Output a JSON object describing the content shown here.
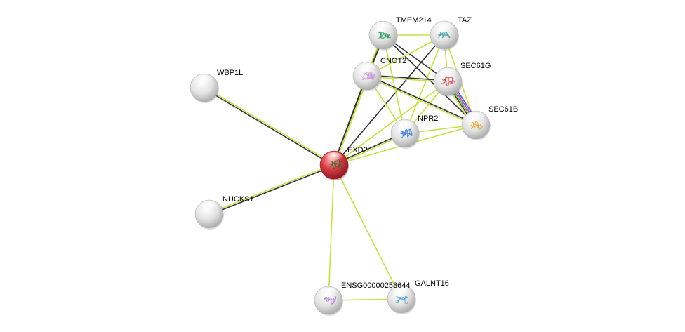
{
  "network": {
    "query_protein": "EXD2",
    "nodes": [
      {
        "id": "TMEM214",
        "label": "TMEM214",
        "query": false,
        "structure": true,
        "structure_color": "#2f9e5a"
      },
      {
        "id": "TAZ",
        "label": "TAZ",
        "query": false,
        "structure": true,
        "structure_color": "#3ca0a0"
      },
      {
        "id": "CNOT2",
        "label": "CNOT2",
        "query": false,
        "structure": true,
        "structure_color": "#c78ad6"
      },
      {
        "id": "SEC61G",
        "label": "SEC61G",
        "query": false,
        "structure": true,
        "structure_color": "#d9363e"
      },
      {
        "id": "WBP1L",
        "label": "WBP1L",
        "query": false,
        "structure": false,
        "structure_color": ""
      },
      {
        "id": "SEC61B",
        "label": "SEC61B",
        "query": false,
        "structure": true,
        "structure_color": "#e0a020"
      },
      {
        "id": "NPR2",
        "label": "NPR2",
        "query": false,
        "structure": true,
        "structure_color": "#3a7bd5"
      },
      {
        "id": "EXD2",
        "label": "EXD2",
        "query": true,
        "structure": true,
        "structure_color": "#2e6b2e"
      },
      {
        "id": "NUCKS1",
        "label": "NUCKS1",
        "query": false,
        "structure": false,
        "structure_color": ""
      },
      {
        "id": "ENSG00000258644",
        "label": "ENSG00000258644",
        "query": false,
        "structure": true,
        "structure_color": "#b07fd8"
      },
      {
        "id": "GALNT16",
        "label": "GALNT16",
        "query": false,
        "structure": true,
        "structure_color": "#4a9ad0"
      }
    ],
    "edges": [
      {
        "source": "EXD2",
        "target": "WBP1L",
        "evidence": [
          "#333333",
          "#c8e04a"
        ]
      },
      {
        "source": "EXD2",
        "target": "NUCKS1",
        "evidence": [
          "#333333",
          "#c8e04a"
        ]
      },
      {
        "source": "EXD2",
        "target": "ENSG00000258644",
        "evidence": [
          "#c8e04a"
        ]
      },
      {
        "source": "EXD2",
        "target": "GALNT16",
        "evidence": [
          "#c8e04a"
        ]
      },
      {
        "source": "ENSG00000258644",
        "target": "GALNT16",
        "evidence": [
          "#c8e04a"
        ]
      },
      {
        "source": "EXD2",
        "target": "TMEM214",
        "evidence": [
          "#333333",
          "#c8e04a"
        ]
      },
      {
        "source": "EXD2",
        "target": "CNOT2",
        "evidence": [
          "#333333",
          "#c8e04a"
        ]
      },
      {
        "source": "EXD2",
        "target": "TAZ",
        "evidence": [
          "#333333"
        ]
      },
      {
        "source": "EXD2",
        "target": "SEC61G",
        "evidence": [
          "#c8e04a"
        ]
      },
      {
        "source": "EXD2",
        "target": "NPR2",
        "evidence": [
          "#333333",
          "#c8e04a"
        ]
      },
      {
        "source": "EXD2",
        "target": "SEC61B",
        "evidence": [
          "#c8e04a"
        ]
      },
      {
        "source": "TMEM214",
        "target": "TAZ",
        "evidence": [
          "#c8e04a"
        ]
      },
      {
        "source": "TMEM214",
        "target": "CNOT2",
        "evidence": [
          "#333333",
          "#c8e04a"
        ]
      },
      {
        "source": "TMEM214",
        "target": "SEC61G",
        "evidence": [
          "#333333"
        ]
      },
      {
        "source": "TMEM214",
        "target": "SEC61B",
        "evidence": [
          "#333333"
        ]
      },
      {
        "source": "TMEM214",
        "target": "NPR2",
        "evidence": [
          "#c8e04a"
        ]
      },
      {
        "source": "TAZ",
        "target": "CNOT2",
        "evidence": [
          "#c8e04a"
        ]
      },
      {
        "source": "TAZ",
        "target": "SEC61G",
        "evidence": [
          "#c8e04a"
        ]
      },
      {
        "source": "TAZ",
        "target": "SEC61B",
        "evidence": [
          "#c8e04a"
        ]
      },
      {
        "source": "TAZ",
        "target": "NPR2",
        "evidence": [
          "#c8e04a"
        ]
      },
      {
        "source": "CNOT2",
        "target": "SEC61G",
        "evidence": [
          "#333333",
          "#c8e04a"
        ]
      },
      {
        "source": "CNOT2",
        "target": "SEC61B",
        "evidence": [
          "#333333",
          "#c8e04a"
        ]
      },
      {
        "source": "CNOT2",
        "target": "NPR2",
        "evidence": [
          "#c8e04a"
        ]
      },
      {
        "source": "SEC61G",
        "target": "SEC61B",
        "evidence": [
          "#3b5bd9",
          "#e0309a",
          "#2fae4a",
          "#333333",
          "#c8e04a"
        ]
      },
      {
        "source": "SEC61G",
        "target": "NPR2",
        "evidence": [
          "#c8e04a"
        ]
      },
      {
        "source": "NPR2",
        "target": "SEC61B",
        "evidence": [
          "#c8e04a"
        ]
      }
    ],
    "colors": {
      "node_fill": "#e9e9e9",
      "node_highlight": "#ffffff",
      "node_shadow": "#9a9a9a",
      "query_fill": "#d83b44",
      "query_highlight": "#ffb0b0",
      "query_shadow": "#8a1820"
    }
  }
}
